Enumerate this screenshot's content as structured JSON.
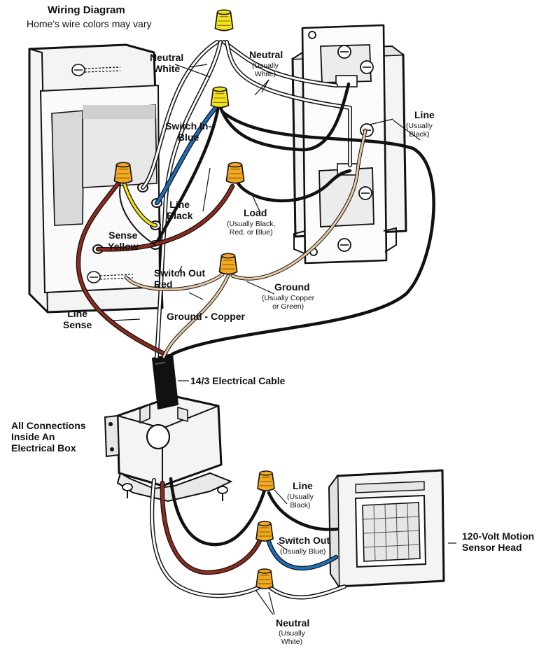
{
  "header": {
    "title": "Wiring Diagram",
    "subtitle": "Home's wire colors may vary"
  },
  "labels": {
    "neutral_white_top": {
      "main": "Neutral\nWhite"
    },
    "neutral_usually_white_top": {
      "main": "Neutral",
      "sub": "(Usually\nWhite)"
    },
    "switch_in_blue": {
      "main": "Switch In-\nBlue"
    },
    "line_usually_black_top": {
      "main": "Line",
      "sub": "(Usually\nBlack)"
    },
    "line_black": {
      "main": "Line\nBlack"
    },
    "load": {
      "main": "Load",
      "sub": "(Usually Black,\nRed, or Blue)"
    },
    "sense_yellow": {
      "main": "Sense\nYellow"
    },
    "switch_out_red": {
      "main": "Switch Out\nRed"
    },
    "ground": {
      "main": "Ground",
      "sub": "(Usually Copper\nor Green)"
    },
    "ground_copper": {
      "main": "Ground - Copper"
    },
    "line_sense": {
      "main": "Line\nSense"
    },
    "cable": {
      "main": "14/3 Electrical Cable"
    },
    "electrical_box": {
      "main": "All Connections\nInside An\nElectrical Box"
    },
    "line_usually_black_bottom": {
      "main": "Line",
      "sub": "(Usually\nBlack)"
    },
    "switch_out_usually_blue": {
      "main": "Switch Out",
      "sub": "(Usually Blue)"
    },
    "motion_sensor": {
      "main": "120-Volt Motion\nSensor Head"
    },
    "neutral_usually_white_bottom": {
      "main": "Neutral",
      "sub": "(Usually\nWhite)"
    }
  },
  "colors": {
    "outline": "#111111",
    "wire_black": "#111111",
    "wire_white": "#ffffff",
    "wire_blue": "#1e6fb8",
    "wire_red": "#8e2a1e",
    "wire_yellow": "#f2e21a",
    "wire_copper": "#e9c9a4",
    "nut_yellow": "#f2e21a",
    "nut_orange": "#f2a91f",
    "device_fill": "#f4f4f4",
    "device_shade": "#d9d9d9"
  }
}
